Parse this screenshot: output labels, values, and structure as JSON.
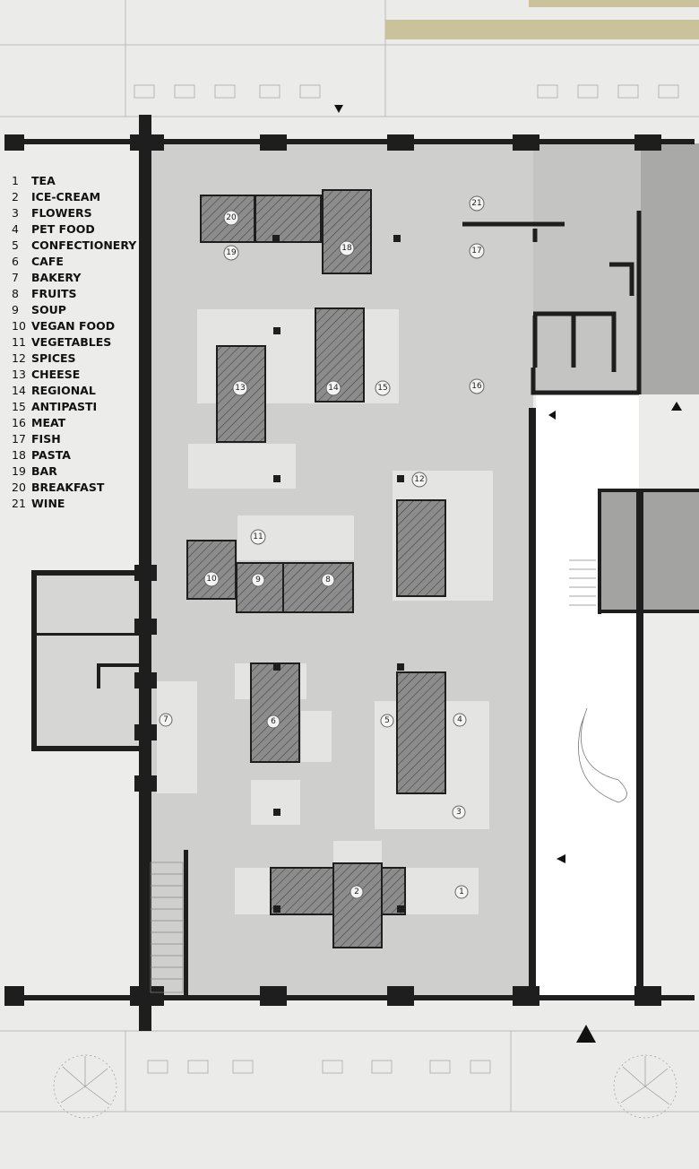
{
  "legend": [
    {
      "num": "1",
      "label": "TEA"
    },
    {
      "num": "2",
      "label": "ICE-CREAM"
    },
    {
      "num": "3",
      "label": "FLOWERS"
    },
    {
      "num": "4",
      "label": "PET FOOD"
    },
    {
      "num": "5",
      "label": "CONFECTIONERY"
    },
    {
      "num": "6",
      "label": "CAFE"
    },
    {
      "num": "7",
      "label": "BAKERY"
    },
    {
      "num": "8",
      "label": "FRUITS"
    },
    {
      "num": "9",
      "label": "SOUP"
    },
    {
      "num": "10",
      "label": "VEGAN FOOD"
    },
    {
      "num": "11",
      "label": "VEGETABLES"
    },
    {
      "num": "12",
      "label": "SPICES"
    },
    {
      "num": "13",
      "label": "CHEESE"
    },
    {
      "num": "14",
      "label": "REGIONAL"
    },
    {
      "num": "15",
      "label": "ANTIPASTI"
    },
    {
      "num": "16",
      "label": "MEAT"
    },
    {
      "num": "17",
      "label": "FISH"
    },
    {
      "num": "18",
      "label": "PASTA"
    },
    {
      "num": "19",
      "label": "BAR"
    },
    {
      "num": "20",
      "label": "BREAKFAST"
    },
    {
      "num": "21",
      "label": "WINE"
    }
  ],
  "colors": {
    "wall": "#1e1e1e",
    "floor": "#cfcfcd",
    "stall": "#8a8a8a",
    "zone": "#e6e6e4",
    "street": "#ececea",
    "grass": "#c9c29a"
  }
}
